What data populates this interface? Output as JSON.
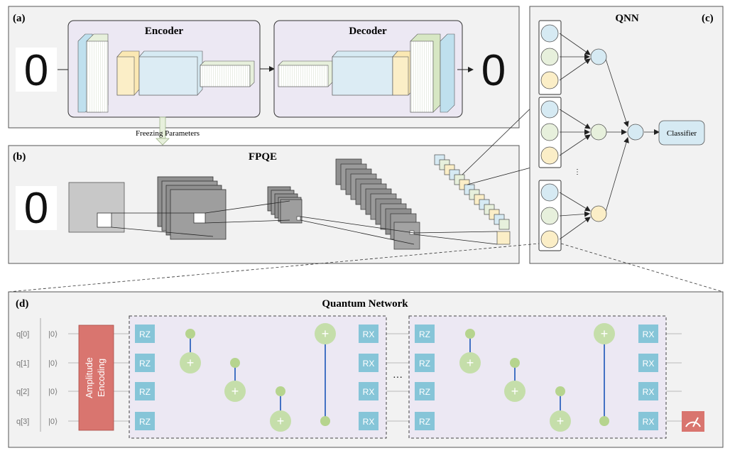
{
  "panels": {
    "a": {
      "label": "(a)",
      "encoder_title": "Encoder",
      "decoder_title": "Decoder"
    },
    "b": {
      "label": "(b)",
      "title": "FPQE"
    },
    "c": {
      "label": "(c)",
      "title": "QNN",
      "classifier": "Classifier",
      "ellipsis": "⋮"
    },
    "d": {
      "label": "(d)",
      "title": "Quantum Network"
    }
  },
  "freezing_label": "Freezing Parameters",
  "digit": "0",
  "circuit": {
    "qubits": [
      "q[0]",
      "q[1]",
      "q[2]",
      "q[3]"
    ],
    "ket": "|0⟩",
    "encoding_line1": "Amplitude",
    "encoding_line2": "Encoding",
    "gate_rz": "RZ",
    "gate_rx": "RX",
    "cnot_symbol": "+",
    "between_blocks": "···"
  },
  "colors": {
    "panel_fill": "#f2f2f2",
    "inner_box_fill": "#ece8f3",
    "gate_blue": "#86c5d8",
    "cnot_green": "#c5deaa",
    "control_green": "#b6d48e",
    "cnot_line": "#4472c4",
    "encoding_red": "#d9756f",
    "layer_blue": "#d6eaf3",
    "layer_green": "#e7f0dc",
    "layer_yellow": "#fbeec7",
    "grey_map": "#9e9e9e"
  }
}
